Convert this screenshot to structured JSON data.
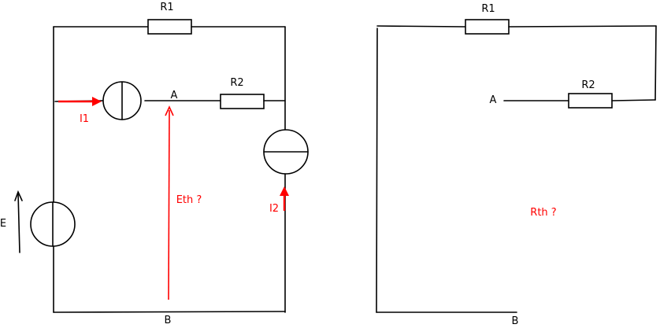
{
  "colors": {
    "ink": "#000000",
    "accent": "#ff0000",
    "background": "#ffffff"
  },
  "left_circuit": {
    "r1_label": "R1",
    "r2_label": "R2",
    "node_a_label": "A",
    "node_b_label": "B",
    "i1_label": "I1",
    "i2_label": "I2",
    "e_label": "E",
    "eth_label": "Eth ?"
  },
  "right_circuit": {
    "r1_label": "R1",
    "r2_label": "R2",
    "node_a_label": "A",
    "node_b_label": "B",
    "rth_label": "Rth ?"
  }
}
